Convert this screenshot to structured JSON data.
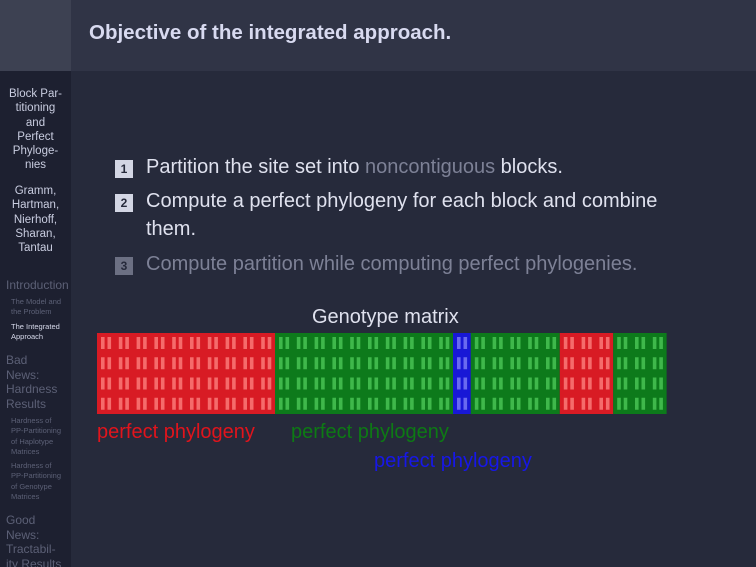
{
  "header": {
    "title": "Objective of the integrated approach."
  },
  "sidebar": {
    "talk_title": [
      "Block Par-",
      "titioning",
      "and",
      "Perfect",
      "Phyloge-",
      "nies"
    ],
    "authors": [
      "Gramm,",
      "Hartman,",
      "Nierhoff,",
      "Sharan,",
      "Tantau"
    ],
    "sections": [
      {
        "label": [
          "Introduction"
        ],
        "subsections": [
          {
            "label": [
              "The Model and",
              "the Problem"
            ],
            "active": false
          },
          {
            "label": [
              "The Integrated",
              "Approach"
            ],
            "active": true
          }
        ]
      },
      {
        "label": [
          "Bad",
          "News:",
          "Hardness",
          "Results"
        ],
        "subsections": [
          {
            "label": [
              "Hardness of",
              "PP-Partitioning",
              "of Haplotype",
              "Matrices"
            ],
            "active": false
          },
          {
            "label": [
              "Hardness of",
              "PP-Partitioning",
              "of Genotype",
              "Matrices"
            ],
            "active": false
          }
        ]
      },
      {
        "label": [
          "Good",
          "News:",
          "Tractabil-",
          "ity Results"
        ],
        "subsections": []
      }
    ]
  },
  "items": [
    {
      "number": "1",
      "parts": [
        "Partition the site set into ",
        "noncontiguous",
        " blocks."
      ],
      "dimmed": false
    },
    {
      "number": "2",
      "lines": [
        "Compute a perfect phylogeny for each block and combine",
        "them."
      ],
      "dimmed": false
    },
    {
      "number": "3",
      "lines": [
        "Compute partition while computing perfect phylogenies."
      ],
      "dimmed": true
    }
  ],
  "figure": {
    "title": "Genotype matrix",
    "rows": 4,
    "blocks": [
      {
        "color": "red",
        "columns": 10
      },
      {
        "color": "green",
        "columns": 10
      },
      {
        "color": "blue",
        "columns": 1
      },
      {
        "color": "green",
        "columns": 5
      },
      {
        "color": "red",
        "columns": 3
      },
      {
        "color": "green",
        "columns": 3
      }
    ],
    "labels": [
      {
        "text": "perfect phylogeny",
        "color": "red"
      },
      {
        "text": "perfect phylogeny",
        "color": "green"
      },
      {
        "text": "perfect phylogeny",
        "color": "blue"
      }
    ]
  },
  "colors": {
    "red": "#d81b24",
    "red_light": "#f56b6b",
    "green": "#0d7a1b",
    "green_light": "#3fb84b",
    "blue": "#1818d6",
    "blue_light": "#6a6af0",
    "red_text": "#e1141c",
    "green_text": "#0d7a14",
    "blue_text": "#1717e8"
  }
}
